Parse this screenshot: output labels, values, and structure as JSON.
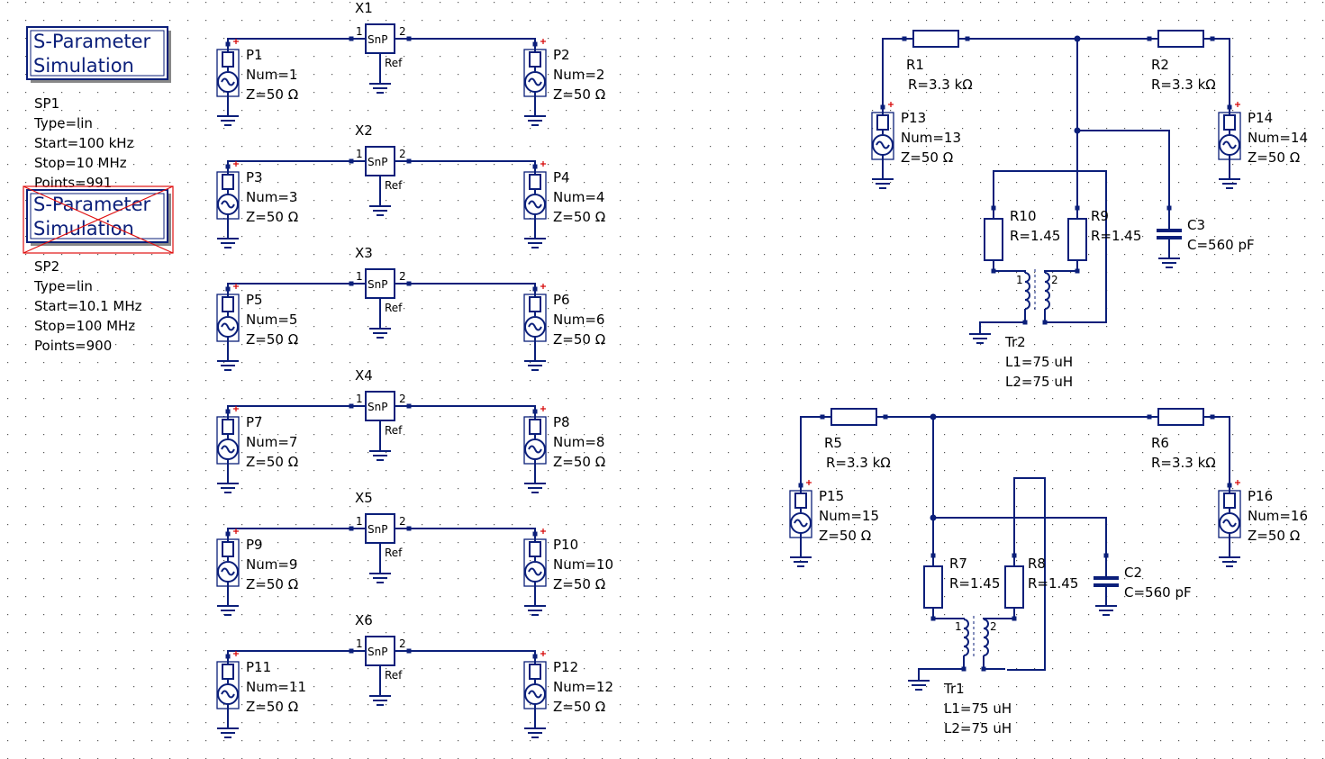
{
  "sim_blocks": [
    {
      "title_line1": "S-Parameter",
      "title_line2": "Simulation",
      "name": "SP1",
      "params": [
        "Type=lin",
        "Start=100 kHz",
        "Stop=10 MHz",
        "Points=991"
      ],
      "disabled": false
    },
    {
      "title_line1": "S-Parameter",
      "title_line2": "Simulation",
      "name": "SP2",
      "params": [
        "Type=lin",
        "Start=10.1 MHz",
        "Stop=100 MHz",
        "Points=900"
      ],
      "disabled": true
    }
  ],
  "snp_blocks": [
    {
      "name": "X1",
      "body": "SnP",
      "pin1": "1",
      "pin2": "2",
      "ref": "Ref",
      "left_port": {
        "name": "P1",
        "num": "Num=1",
        "z": "Z=50 Ω"
      },
      "right_port": {
        "name": "P2",
        "num": "Num=2",
        "z": "Z=50 Ω"
      }
    },
    {
      "name": "X2",
      "body": "SnP",
      "pin1": "1",
      "pin2": "2",
      "ref": "Ref",
      "left_port": {
        "name": "P3",
        "num": "Num=3",
        "z": "Z=50 Ω"
      },
      "right_port": {
        "name": "P4",
        "num": "Num=4",
        "z": "Z=50 Ω"
      }
    },
    {
      "name": "X3",
      "body": "SnP",
      "pin1": "1",
      "pin2": "2",
      "ref": "Ref",
      "left_port": {
        "name": "P5",
        "num": "Num=5",
        "z": "Z=50 Ω"
      },
      "right_port": {
        "name": "P6",
        "num": "Num=6",
        "z": "Z=50 Ω"
      }
    },
    {
      "name": "X4",
      "body": "SnP",
      "pin1": "1",
      "pin2": "2",
      "ref": "Ref",
      "left_port": {
        "name": "P7",
        "num": "Num=7",
        "z": "Z=50 Ω"
      },
      "right_port": {
        "name": "P8",
        "num": "Num=8",
        "z": "Z=50 Ω"
      }
    },
    {
      "name": "X5",
      "body": "SnP",
      "pin1": "1",
      "pin2": "2",
      "ref": "Ref",
      "left_port": {
        "name": "P9",
        "num": "Num=9",
        "z": "Z=50 Ω"
      },
      "right_port": {
        "name": "P10",
        "num": "Num=10",
        "z": "Z=50 Ω"
      }
    },
    {
      "name": "X6",
      "body": "SnP",
      "pin1": "1",
      "pin2": "2",
      "ref": "Ref",
      "left_port": {
        "name": "P11",
        "num": "Num=11",
        "z": "Z=50 Ω"
      },
      "right_port": {
        "name": "P12",
        "num": "Num=12",
        "z": "Z=50 Ω"
      }
    }
  ],
  "circuits": [
    {
      "r_left": {
        "name": "R1",
        "value": "R=3.3 kΩ"
      },
      "r_right": {
        "name": "R2",
        "value": "R=3.3 kΩ"
      },
      "port_left": {
        "name": "P13",
        "num": "Num=13",
        "z": "Z=50 Ω"
      },
      "port_right": {
        "name": "P14",
        "num": "Num=14",
        "z": "Z=50 Ω"
      },
      "r_a": {
        "name": "R10",
        "value": "R=1.45"
      },
      "r_b": {
        "name": "R9",
        "value": "R=1.45"
      },
      "cap": {
        "name": "C3",
        "value": "C=560 pF"
      },
      "tr": {
        "name": "Tr2",
        "l1": "L1=75 uH",
        "l2": "L2=75 uH",
        "pin1": "1",
        "pin2": "2"
      }
    },
    {
      "r_left": {
        "name": "R5",
        "value": "R=3.3 kΩ"
      },
      "r_right": {
        "name": "R6",
        "value": "R=3.3 kΩ"
      },
      "port_left": {
        "name": "P15",
        "num": "Num=15",
        "z": "Z=50 Ω"
      },
      "port_right": {
        "name": "P16",
        "num": "Num=16",
        "z": "Z=50 Ω"
      },
      "r_a": {
        "name": "R7",
        "value": "R=1.45"
      },
      "r_b": {
        "name": "R8",
        "value": "R=1.45"
      },
      "cap": {
        "name": "C2",
        "value": "C=560 pF"
      },
      "tr": {
        "name": "Tr1",
        "l1": "L1=75 uH",
        "l2": "L2=75 uH",
        "pin1": "1",
        "pin2": "2"
      }
    }
  ]
}
